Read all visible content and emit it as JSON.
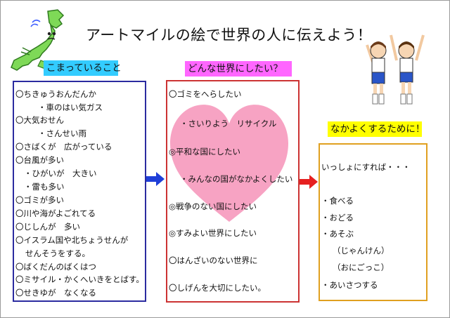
{
  "title": "アートマイルの絵で世界の人に伝えよう！",
  "sections": {
    "trouble": {
      "label": "こまっていること",
      "items": [
        "〇ちきゅうおんだんか",
        "・車のはい気ガス",
        "〇大気おせん",
        "・さんせい雨",
        "〇さばくが　広がっている",
        "〇台風が多い",
        "・ひがいが　大きい",
        "・雷も多い",
        "〇ゴミが多い",
        "〇川や海がよごれてる",
        "〇じしんが　多い",
        "〇イスラム国や北ちょうせんが",
        "せんそうをする。",
        "〇ばくだんのばくはつ",
        "〇ミサイル・かくへいきをとばす。",
        "〇せきゆが　なくなる"
      ]
    },
    "world": {
      "label": "どんな世界にしたい？",
      "items": [
        "〇ゴミをへらしたい",
        "・さいりよう　リサイクル",
        "◎平和な国にしたい",
        "・みんなの国がなかよくしたい",
        "◎戦争のない国にしたい",
        "◎すみよい世界にしたい",
        "〇はんざいのない世界に",
        "〇しげんを大切にしたい。"
      ]
    },
    "friends": {
      "label": "なかよくするために！",
      "items": [
        "いっしょにすれば・・・",
        "・食べる",
        "・おどる",
        "・あそぶ",
        "（じゃんけん）",
        "（おにごっこ）",
        "・あいさつする"
      ]
    }
  },
  "colors": {
    "trouble_label": "#33ccff",
    "world_label": "#ff66ff",
    "friends_label": "#ffff00",
    "trouble_border": "#2b2ba0",
    "world_border": "#cc3333",
    "friends_border": "#e0a020",
    "heart": "#f7a3c3",
    "arrow_blue": "#1f3fd8",
    "arrow_red": "#e62020"
  }
}
